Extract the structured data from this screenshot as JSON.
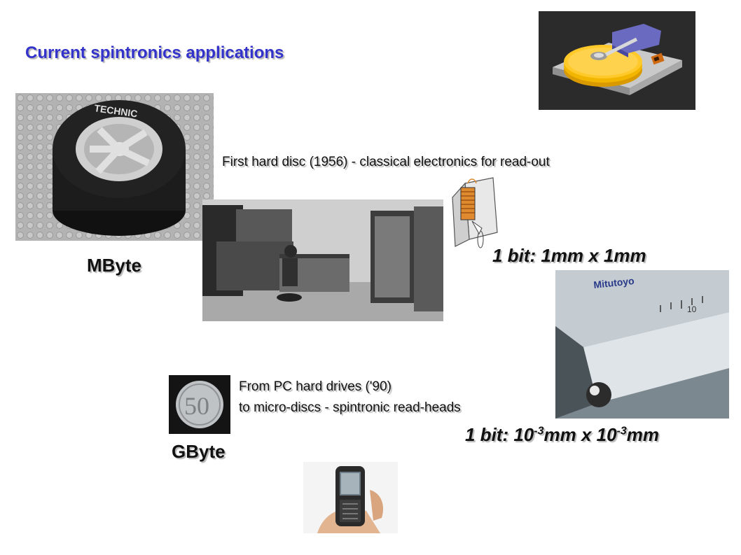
{
  "title": "Current spintronics applications",
  "captions": {
    "first_disc": "First hard disc (1956) - classical electronics for read-out",
    "pc_line1": "From PC hard drives ('90)",
    "pc_line2": "to micro-discs - spintronic read-heads"
  },
  "labels": {
    "mbyte": "MByte",
    "gbyte": "GByte"
  },
  "bit_labels": {
    "old_prefix": "1 bit: 1mm x 1mm",
    "new_a": "1 bit: 10",
    "new_exp1": "-3",
    "new_b": "mm x 10",
    "new_exp2": "-3",
    "new_c": "mm"
  },
  "colors": {
    "title": "#3333cc"
  }
}
